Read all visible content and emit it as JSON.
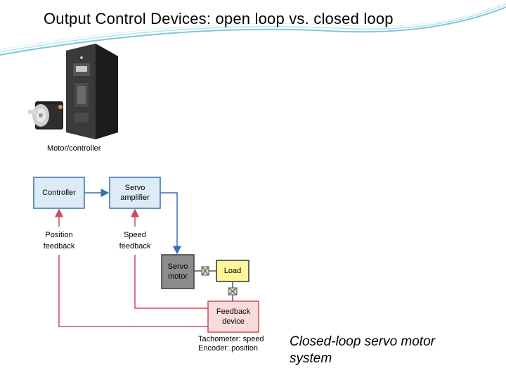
{
  "slide": {
    "title": "Output Control Devices: open loop vs. closed loop",
    "caption_line1": "Closed-loop servo motor",
    "caption_line2": "system"
  },
  "photo": {
    "caption": "Motor/controller",
    "icon": "motor-controller-photo"
  },
  "diagram": {
    "controller": "Controller",
    "servo_amplifier_line1": "Servo",
    "servo_amplifier_line2": "amplifier",
    "servo_motor_line1": "Servo",
    "servo_motor_line2": "motor",
    "load": "Load",
    "feedback_device_line1": "Feedback",
    "feedback_device_line2": "device",
    "position_feedback_line1": "Position",
    "position_feedback_line2": "feedback",
    "speed_feedback_line1": "Speed",
    "speed_feedback_line2": "feedback",
    "tachometer": "Tachometer: speed",
    "encoder": "Encoder: position"
  },
  "colors": {
    "controller_fill": "#dcebf5",
    "controller_border": "#3c6fb4",
    "motor_fill": "#8c8c8c",
    "load_fill": "#fff59a",
    "feedback_fill": "#f8dcdc",
    "feedback_border": "#d2485a",
    "arrow_blue": "#3c6fb4",
    "arrow_red": "#d2485a"
  }
}
